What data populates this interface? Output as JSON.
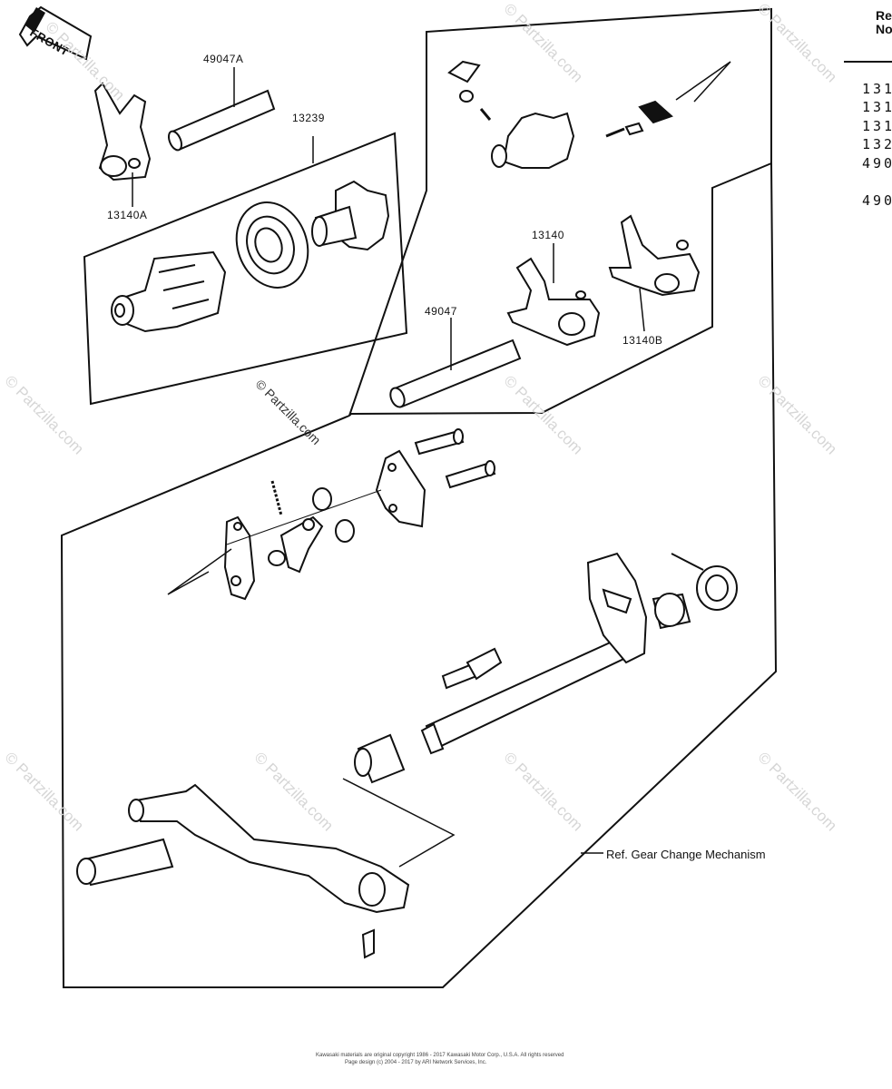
{
  "front_tag": "FRONT",
  "part_labels": {
    "p49047A": "49047A",
    "p13239": "13239",
    "p13140A": "13140A",
    "p13140": "13140",
    "p49047": "49047",
    "p13140B": "13140B"
  },
  "reference_label": "Ref. Gear Change Mechanism",
  "side_header": [
    "Re",
    "No"
  ],
  "side_numbers": [
    "131",
    "131",
    "131",
    "132",
    "490",
    "490"
  ],
  "watermark": "© Partzilla.com",
  "footer": [
    "Kawasaki materials are original copyright 1986 - 2017 Kawasaki Motor Corp., U.S.A. All rights reserved",
    "Page design (c) 2004 - 2017 by ARI Network Services, Inc."
  ]
}
